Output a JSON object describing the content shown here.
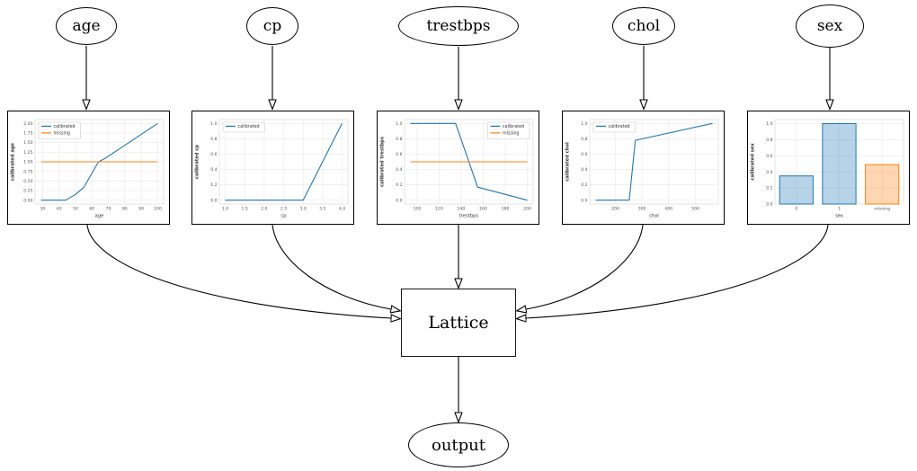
{
  "diagram": {
    "nodes": {
      "age": "age",
      "cp": "cp",
      "trestbps": "trestbps",
      "chol": "chol",
      "sex": "sex",
      "lattice": "Lattice",
      "output": "output"
    }
  },
  "colors": {
    "calibrated": "#1f77b4",
    "missing": "#ff7f0e",
    "calibrated_fill": "rgba(31,119,180,0.32)",
    "missing_fill": "rgba(255,127,14,0.32)",
    "edge": "#000000"
  },
  "chart_data": [
    {
      "type": "line",
      "title": "",
      "xlabel": "age",
      "ylabel": "calibrated age",
      "xlim": [
        25.4,
        103.6
      ],
      "ylim": [
        -0.1,
        2.1
      ],
      "xticks": [
        30,
        40,
        50,
        60,
        70,
        80,
        90,
        100
      ],
      "xtick_labels": [
        "30",
        "40",
        "50",
        "60",
        "70",
        "80",
        "90",
        "100"
      ],
      "yticks": [
        0,
        0.25,
        0.5,
        0.75,
        1.0,
        1.25,
        1.5,
        1.75,
        2.0
      ],
      "ytick_labels": [
        "0.00",
        "0.25",
        "0.50",
        "0.75",
        "1.00",
        "1.25",
        "1.50",
        "1.75",
        "2.00"
      ],
      "legend": {
        "position": "upper-left",
        "entries": [
          "calibrated",
          "missing"
        ]
      },
      "series": [
        {
          "name": "calibrated",
          "color": "#1f77b4",
          "points": [
            [
              29,
              0
            ],
            [
              44,
              0
            ],
            [
              50,
              0.15
            ],
            [
              55,
              0.33
            ],
            [
              64,
              1.0
            ],
            [
              68,
              1.09
            ],
            [
              100,
              2.0
            ]
          ]
        },
        {
          "name": "missing",
          "color": "#ff7f0e",
          "points": [
            [
              29,
              1.0
            ],
            [
              100,
              1.0
            ]
          ]
        }
      ]
    },
    {
      "type": "line",
      "title": "",
      "xlabel": "cp",
      "ylabel": "calibrated cp",
      "xlim": [
        0.85,
        4.15
      ],
      "ylim": [
        -0.05,
        1.05
      ],
      "xticks": [
        1.0,
        1.5,
        2.0,
        2.5,
        3.0,
        3.5,
        4.0
      ],
      "xtick_labels": [
        "1.0",
        "1.5",
        "2.0",
        "2.5",
        "3.0",
        "3.5",
        "4.0"
      ],
      "yticks": [
        0,
        0.2,
        0.4,
        0.6,
        0.8,
        1.0
      ],
      "ytick_labels": [
        "0.0",
        "0.2",
        "0.4",
        "0.6",
        "0.8",
        "1.0"
      ],
      "legend": {
        "position": "upper-left",
        "entries": [
          "calibrated"
        ]
      },
      "series": [
        {
          "name": "calibrated",
          "color": "#1f77b4",
          "points": [
            [
              1,
              0
            ],
            [
              3,
              0
            ],
            [
              4,
              1.0
            ]
          ]
        }
      ]
    },
    {
      "type": "line",
      "title": "",
      "xlabel": "trestbps",
      "ylabel": "calibrated trestbps",
      "xlim": [
        88.7,
        205.3
      ],
      "ylim": [
        -0.05,
        1.05
      ],
      "xticks": [
        100,
        120,
        140,
        160,
        180,
        200
      ],
      "xtick_labels": [
        "100",
        "120",
        "140",
        "160",
        "180",
        "200"
      ],
      "yticks": [
        0,
        0.2,
        0.4,
        0.6,
        0.8,
        1.0
      ],
      "ytick_labels": [
        "0.0",
        "0.2",
        "0.4",
        "0.6",
        "0.8",
        "1.0"
      ],
      "legend": {
        "position": "upper-right",
        "entries": [
          "calibrated",
          "missing"
        ]
      },
      "series": [
        {
          "name": "calibrated",
          "color": "#1f77b4",
          "points": [
            [
              94,
              1.0
            ],
            [
              135,
              1.0
            ],
            [
              155,
              0.17
            ],
            [
              200,
              0
            ]
          ]
        },
        {
          "name": "missing",
          "color": "#ff7f0e",
          "points": [
            [
              94,
              0.5
            ],
            [
              200,
              0.5
            ]
          ]
        }
      ]
    },
    {
      "type": "line",
      "title": "",
      "xlabel": "chol",
      "ylabel": "calibrated chol",
      "xlim": [
        104,
        586
      ],
      "ylim": [
        -0.05,
        1.05
      ],
      "xticks": [
        200,
        300,
        400,
        500
      ],
      "xtick_labels": [
        "200",
        "300",
        "400",
        "500"
      ],
      "yticks": [
        0,
        0.2,
        0.4,
        0.6,
        0.8,
        1.0
      ],
      "ytick_labels": [
        "0.0",
        "0.2",
        "0.4",
        "0.6",
        "0.8",
        "1.0"
      ],
      "legend": {
        "position": "upper-left",
        "entries": [
          "calibrated"
        ]
      },
      "series": [
        {
          "name": "calibrated",
          "color": "#1f77b4",
          "points": [
            [
              126,
              0
            ],
            [
              252,
              0
            ],
            [
              275,
              0.78
            ],
            [
              564,
              1.0
            ]
          ]
        }
      ]
    },
    {
      "type": "bar",
      "title": "",
      "xlabel": "sex",
      "ylabel": "calibrated sex",
      "categories": [
        "0",
        "1",
        "missing"
      ],
      "values": [
        0.35,
        1.0,
        0.49
      ],
      "bar_colors": [
        "#1f77b4",
        "#1f77b4",
        "#ff7f0e"
      ],
      "bar_fills": [
        "rgba(31,119,180,0.32)",
        "rgba(31,119,180,0.32)",
        "rgba(255,127,14,0.32)"
      ],
      "ylim": [
        0,
        1.05
      ],
      "yticks": [
        0,
        0.2,
        0.4,
        0.6,
        0.8,
        1.0
      ],
      "ytick_labels": [
        "0.0",
        "0.2",
        "0.4",
        "0.6",
        "0.8",
        "1.0"
      ]
    }
  ]
}
